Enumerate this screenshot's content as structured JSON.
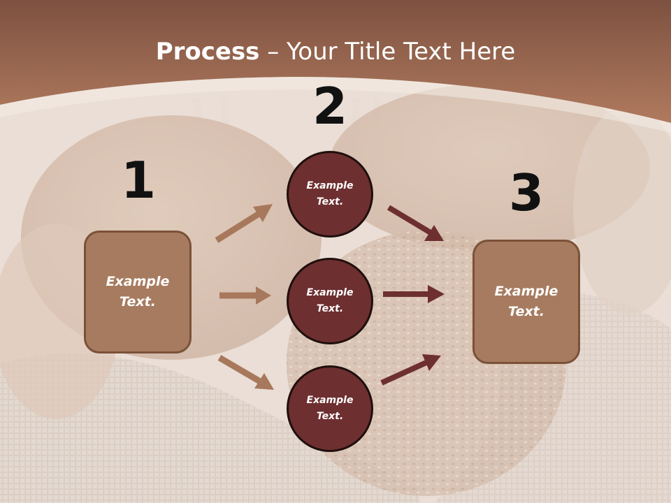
{
  "title": {
    "strong": "Process",
    "rest": " – Your Title Text Here"
  },
  "steps": [
    {
      "number": "1",
      "text": "Example Text."
    },
    {
      "number": "2",
      "items": [
        "Example Text.",
        "Example Text.",
        "Example Text."
      ]
    },
    {
      "number": "3",
      "text": "Example Text."
    }
  ],
  "colors": {
    "header_band": "#9a6a50",
    "box_fill": "#a77b5f",
    "box_border": "#7a5238",
    "circle_fill": "#6e2f30",
    "light_arrow": "#a8785c",
    "dark_arrow": "#6e2f30"
  }
}
